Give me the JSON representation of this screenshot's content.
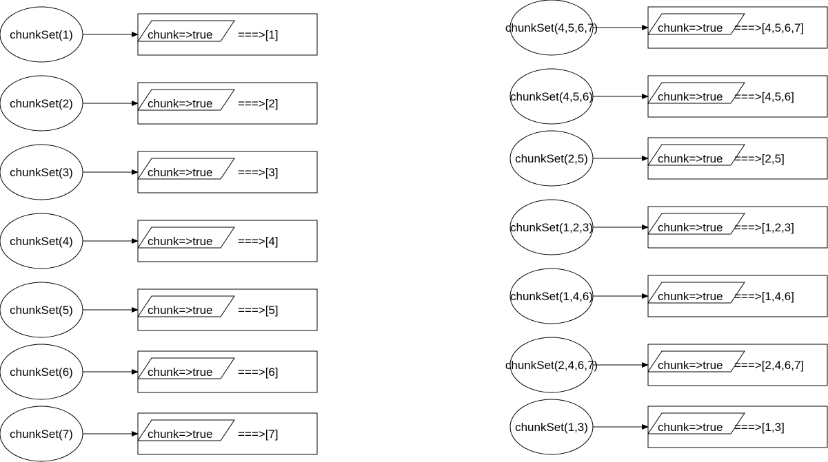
{
  "predicate_label": "chunk=>true",
  "colors": {
    "stroke": "#000000",
    "background": "#ffffff"
  },
  "left_column": [
    {
      "call": "chunkSet(1)",
      "result": "===>[1]"
    },
    {
      "call": "chunkSet(2)",
      "result": "===>[2]"
    },
    {
      "call": "chunkSet(3)",
      "result": "===>[3]"
    },
    {
      "call": "chunkSet(4)",
      "result": "===>[4]"
    },
    {
      "call": "chunkSet(5)",
      "result": "===>[5]"
    },
    {
      "call": "chunkSet(6)",
      "result": "===>[6]"
    },
    {
      "call": "chunkSet(7)",
      "result": "===>[7]"
    }
  ],
  "right_column": [
    {
      "call": "chunkSet(4,5,6,7)",
      "result": "===>[4,5,6,7]"
    },
    {
      "call": "chunkSet(4,5,6)",
      "result": "===>[4,5,6]"
    },
    {
      "call": "chunkSet(2,5)",
      "result": "===>[2,5]"
    },
    {
      "call": "chunkSet(1,2,3)",
      "result": "===>[1,2,3]"
    },
    {
      "call": "chunkSet(1,4,6)",
      "result": "===>[1,4,6]"
    },
    {
      "call": "chunkSet(2,4,6,7)",
      "result": "===>[2,4,6,7]"
    },
    {
      "call": "chunkSet(1,3)",
      "result": "===>[1,3]"
    }
  ]
}
